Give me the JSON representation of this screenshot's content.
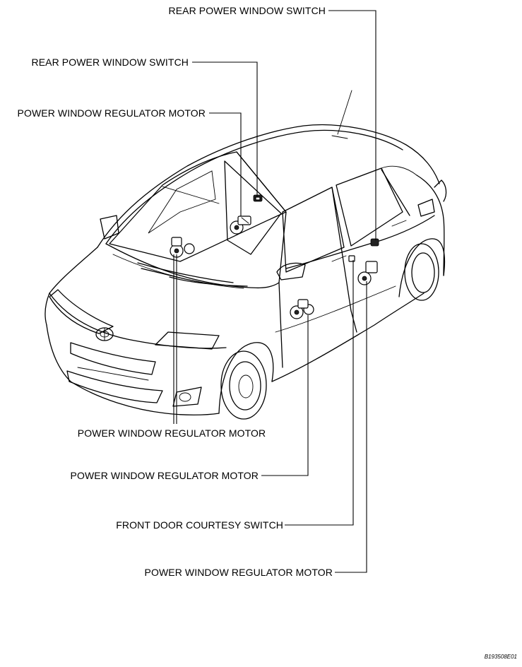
{
  "labels": {
    "rear_switch_right": "REAR POWER WINDOW SWITCH",
    "rear_switch_left": "REAR POWER WINDOW SWITCH",
    "regulator_motor_rear_left": "POWER WINDOW REGULATOR MOTOR",
    "regulator_motor_front_left": "POWER WINDOW REGULATOR MOTOR",
    "regulator_motor_front_right": "POWER WINDOW REGULATOR MOTOR",
    "front_door_courtesy_switch": "FRONT DOOR COURTESY SWITCH",
    "regulator_motor_rear_right": "POWER WINDOW REGULATOR MOTOR"
  },
  "figure_code": "B193508E01"
}
